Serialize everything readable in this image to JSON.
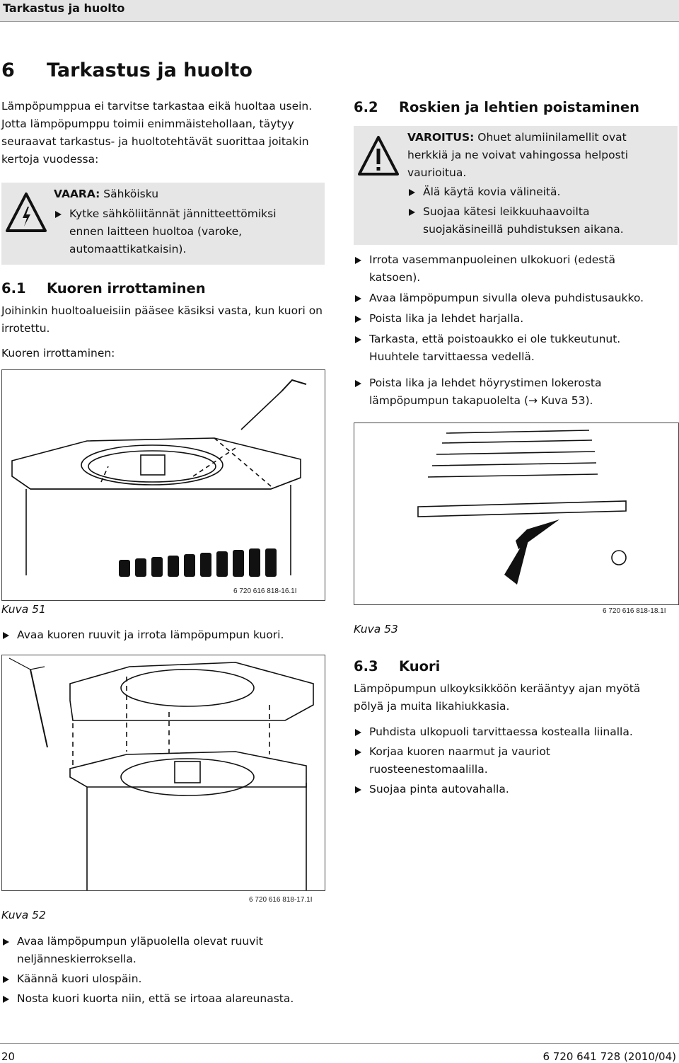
{
  "header": {
    "title": "Tarkastus ja huolto"
  },
  "chapter": {
    "number": "6",
    "title": "Tarkastus ja huolto"
  },
  "intro": "Lämpöpumppua ei tarvitse tarkastaa eikä huoltaa usein. Jotta lämpöpumppu toimii enimmäistehollaan, täytyy seuraavat tarkastus- ja huoltotehtävät suorittaa joitakin kertoja vuodessa:",
  "danger": {
    "label": "VAARA:",
    "title": "Sähköisku",
    "item": "Kytke sähköliitännät jännitteettömiksi ennen laitteen huoltoa (varoke, automaattikatkaisin)."
  },
  "s61": {
    "number": "6.1",
    "title": "Kuoren irrottaminen",
    "text": "Joihinkin huoltoalueisiin pääsee käsiksi vasta, kun kuori on irrotettu.",
    "subtitle": "Kuoren irrottaminen:"
  },
  "fig51": {
    "code": "6 720 616 818-16.1I",
    "caption": "Kuva 51"
  },
  "step51": "Avaa kuoren ruuvit ja irrota lämpöpumpun kuori.",
  "fig52": {
    "code": "6 720 616 818-17.1I",
    "caption": "Kuva 52"
  },
  "steps52": [
    "Avaa lämpöpumpun yläpuolella olevat ruuvit neljänneskierroksella.",
    "Käännä kuori ulospäin.",
    "Nosta kuori kuorta niin, että se irtoaa alareunasta."
  ],
  "s62": {
    "number": "6.2",
    "title": "Roskien ja lehtien poistaminen",
    "warning": {
      "label": "VAROITUS:",
      "text": "Ohuet alumiinilamellit ovat herkkiä ja ne voivat vahingossa helposti vaurioitua.",
      "items": [
        "Älä käytä kovia välineitä.",
        "Suojaa kätesi leikkuuhaavoilta suojakäsineillä puhdistuksen aikana."
      ]
    },
    "steps": [
      "Irrota vasemmanpuoleinen ulkokuori (edestä katsoen).",
      "Avaa lämpöpumpun sivulla oleva puhdistusaukko.",
      "Poista lika ja lehdet harjalla.",
      "Tarkasta, että poistoaukko ei ole tukkeutunut. Huuhtele tarvittaessa vedellä.",
      "Poista lika ja lehdet höyrystimen lokerosta lämpöpumpun takapuolelta (→ Kuva 53)."
    ]
  },
  "fig53": {
    "code": "6 720 616 818-18.1I",
    "caption": "Kuva 53"
  },
  "s63": {
    "number": "6.3",
    "title": "Kuori",
    "text": "Lämpöpumpun ulkoyksikköön kerääntyy ajan myötä pölyä ja muita likahiukkasia.",
    "steps": [
      "Puhdista ulkopuoli tarvittaessa kostealla liinalla.",
      "Korjaa kuoren naarmut ja vauriot ruosteenestomaalilla.",
      "Suojaa pinta autovahalla."
    ]
  },
  "footer": {
    "page": "20",
    "doc": "6 720 641 728 (2010/04)"
  }
}
